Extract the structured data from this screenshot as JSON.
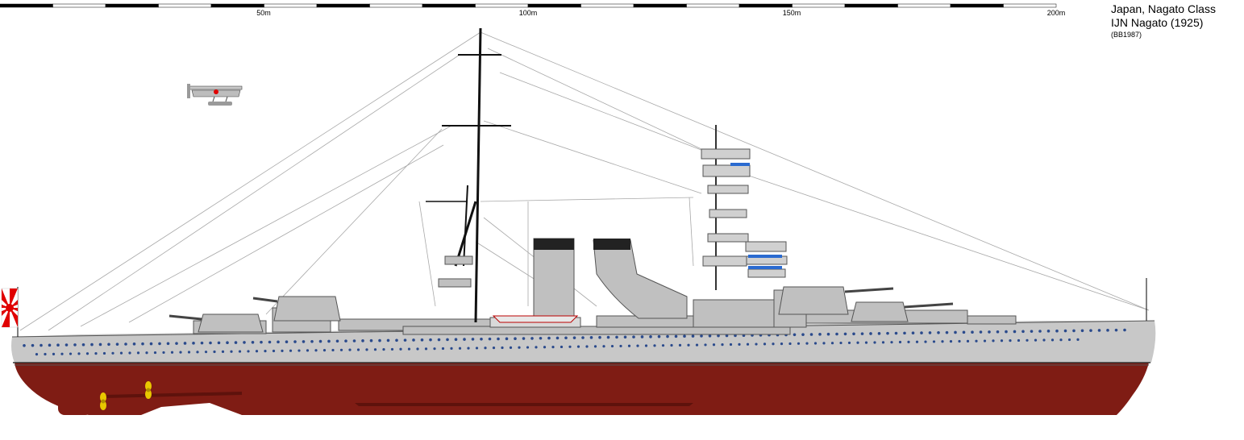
{
  "caption": {
    "line1": "Japan, Nagato Class",
    "line2": "IJN Nagato (1925)",
    "line3": "(BB1987)"
  },
  "scale": {
    "labels": [
      "50m",
      "100m",
      "150m",
      "200m"
    ],
    "max_m": 200
  },
  "colors": {
    "hull_red": "#7f1c14",
    "hull_grey": "#c8c8c8",
    "superstructure": "#c0c0c0",
    "rigging": "#a0a0a0",
    "portholes": "#2a4a8c",
    "flag_red": "#e00000",
    "propeller": "#e8c800"
  }
}
